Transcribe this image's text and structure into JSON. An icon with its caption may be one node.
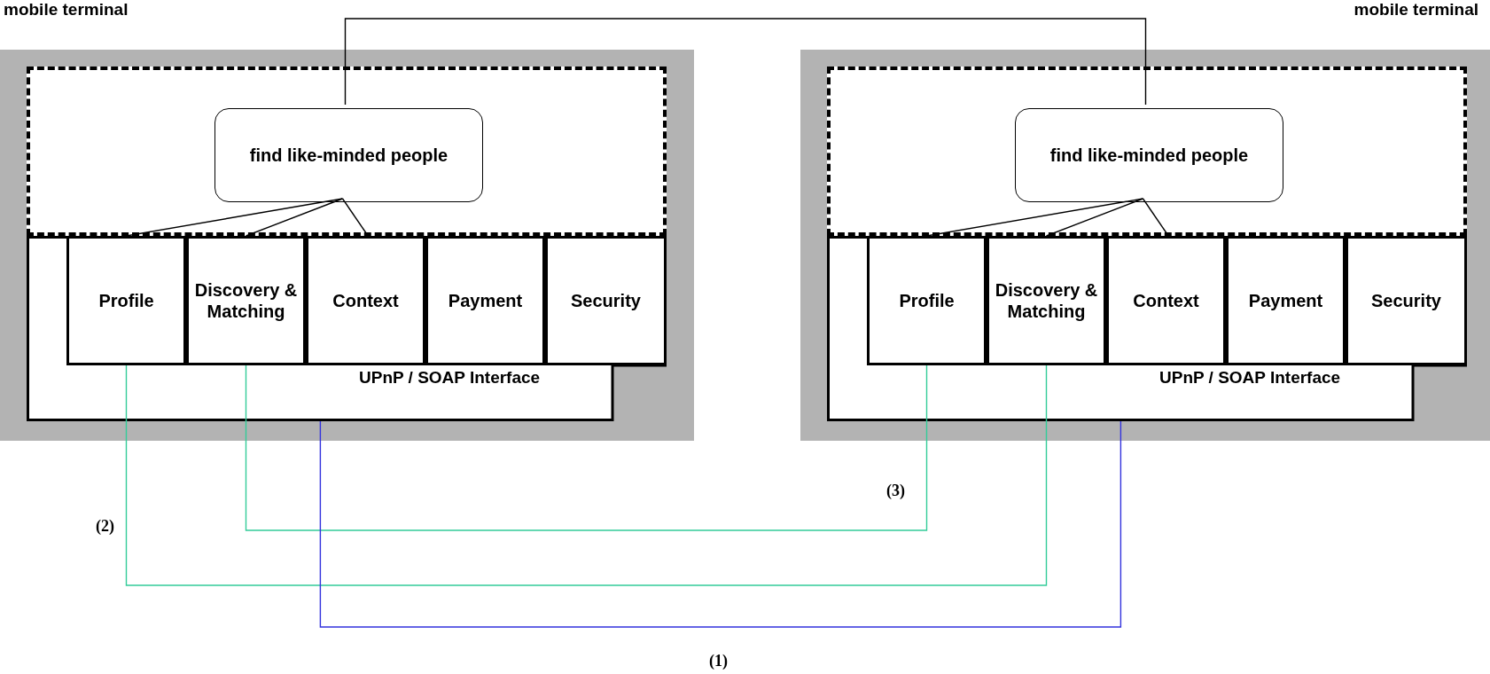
{
  "diagram": {
    "nodes": [
      {
        "text": [
          "mobile terminal"
        ]
      },
      {
        "text": [],
        "shape": "box",
        "in": 0
      },
      {
        "text": [
          "find like-minded people"
        ],
        "in": 1
      },
      {
        "text": [
          "UPnP / SOAP Interface"
        ],
        "in": 0
      },
      {
        "text": [
          "Profile"
        ],
        "in": 3
      },
      {
        "text": [
          "Discovery & Matching"
        ],
        "in": 3
      },
      {
        "text": [
          "Context"
        ],
        "in": 3
      },
      {
        "text": [
          "Payment"
        ],
        "in": 3
      },
      {
        "text": [
          "Security"
        ],
        "in": 3
      },
      {
        "text": [
          "mobile terminal"
        ]
      },
      {
        "text": [],
        "shape": "box",
        "in": 9
      },
      {
        "text": [
          "find like-minded people"
        ],
        "in": 10
      },
      {
        "text": [
          "UPnP / SOAP Interface"
        ],
        "in": 9
      },
      {
        "text": [
          "Profile"
        ],
        "in": 12
      },
      {
        "text": [
          "Discovery & Matching"
        ],
        "in": 12
      },
      {
        "text": [
          "Context"
        ],
        "in": 12
      },
      {
        "text": [
          "Payment"
        ],
        "in": 12
      },
      {
        "text": [
          "Security"
        ],
        "in": 12
      }
    ],
    "edges": [
      {
        "from": 2,
        "to": 4,
        "arrow": "none"
      },
      {
        "from": 2,
        "to": 5,
        "arrow": "none"
      },
      {
        "from": 2,
        "to": 6,
        "arrow": "none"
      },
      {
        "from": 11,
        "to": 13,
        "arrow": "none"
      },
      {
        "from": 11,
        "to": 14,
        "arrow": "none"
      },
      {
        "from": 11,
        "to": 15,
        "arrow": "none"
      },
      {
        "from": 2,
        "to": 11,
        "arrow": "none"
      },
      {
        "from": 4,
        "to": 14,
        "arrow": "none",
        "label": "(2)",
        "color": "#33cc99"
      },
      {
        "from": 5,
        "to": 13,
        "arrow": "none",
        "label": "(3)",
        "color": "#33cc99"
      },
      {
        "from": 3,
        "to": 12,
        "arrow": "none",
        "label": "(1)",
        "color": "#3333dd"
      }
    ]
  }
}
